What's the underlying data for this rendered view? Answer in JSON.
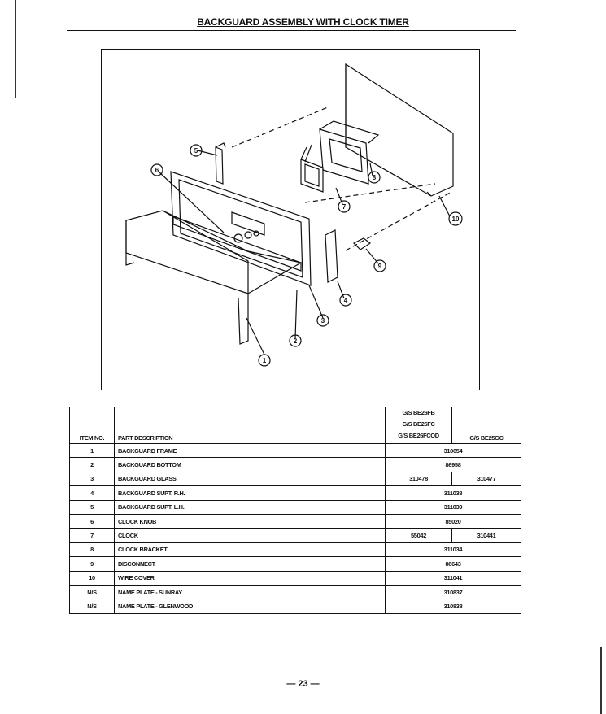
{
  "title": "BACKGUARD ASSEMBLY WITH CLOCK TIMER",
  "figure": {
    "callouts": [
      "1",
      "2",
      "3",
      "4",
      "5",
      "6",
      "7",
      "8",
      "9",
      "10"
    ]
  },
  "table": {
    "headers": {
      "item": "ITEM NO.",
      "desc": "PART DESCRIPTION",
      "models_a": [
        "G/S BE26FB",
        "G/S BE26FC",
        "G/S BE26FCOD"
      ],
      "models_b": "G/S BE25GC"
    },
    "rows": [
      {
        "item": "1",
        "desc": "BACKGUARD FRAME",
        "a": "310654",
        "b": null
      },
      {
        "item": "2",
        "desc": "BACKGUARD BOTTOM",
        "a": "86958",
        "b": null
      },
      {
        "item": "3",
        "desc": "BACKGUARD GLASS",
        "a": "310478",
        "b": "310477"
      },
      {
        "item": "4",
        "desc": "BACKGUARD SUPT. R.H.",
        "a": "311038",
        "b": null
      },
      {
        "item": "5",
        "desc": "BACKGUARD SUPT. L.H.",
        "a": "311039",
        "b": null
      },
      {
        "item": "6",
        "desc": "CLOCK KNOB",
        "a": "85020",
        "b": null
      },
      {
        "item": "7",
        "desc": "CLOCK",
        "a": "55042",
        "b": "310441"
      },
      {
        "item": "8",
        "desc": "CLOCK BRACKET",
        "a": "311034",
        "b": null
      },
      {
        "item": "9",
        "desc": "DISCONNECT",
        "a": "86643",
        "b": null
      },
      {
        "item": "10",
        "desc": "WIRE COVER",
        "a": "311041",
        "b": null
      },
      {
        "item": "N/S",
        "desc": "NAME PLATE - SUNRAY",
        "a": "310837",
        "b": null
      },
      {
        "item": "N/S",
        "desc": "NAME PLATE - GLENWOOD",
        "a": "310838",
        "b": null
      }
    ]
  },
  "page_number": "— 23 —"
}
